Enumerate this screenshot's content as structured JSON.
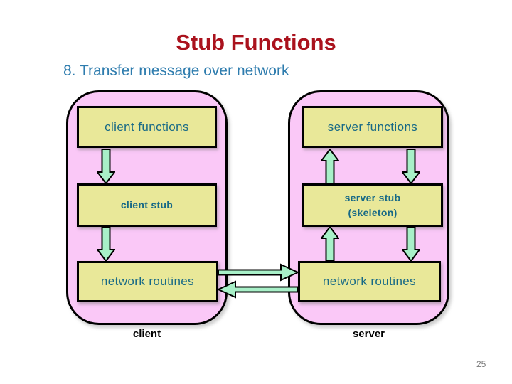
{
  "slide": {
    "title": "Stub Functions",
    "subtitle": "8. Transfer message over network",
    "page_number": "25"
  },
  "diagram": {
    "client_panel": {
      "caption": "client",
      "boxes": [
        {
          "lines": [
            "client functions"
          ]
        },
        {
          "lines": [
            "client stub"
          ]
        },
        {
          "lines": [
            "network routines"
          ]
        }
      ]
    },
    "server_panel": {
      "caption": "server",
      "boxes": [
        {
          "lines": [
            "server functions"
          ]
        },
        {
          "lines": [
            "server stub",
            "(skeleton)"
          ]
        },
        {
          "lines": [
            "network routines"
          ]
        }
      ]
    }
  },
  "colors": {
    "title_text": "#AA121D",
    "subtitle_text": "#2E7CAE",
    "panel_fill": "#FAC8F7",
    "box_fill": "#E9E899",
    "box_text": "#176986",
    "arrow_fill": "#A8F0C8",
    "outline": "#000000",
    "caption_text": "#000000",
    "page_number_text": "#7A7A7A"
  }
}
